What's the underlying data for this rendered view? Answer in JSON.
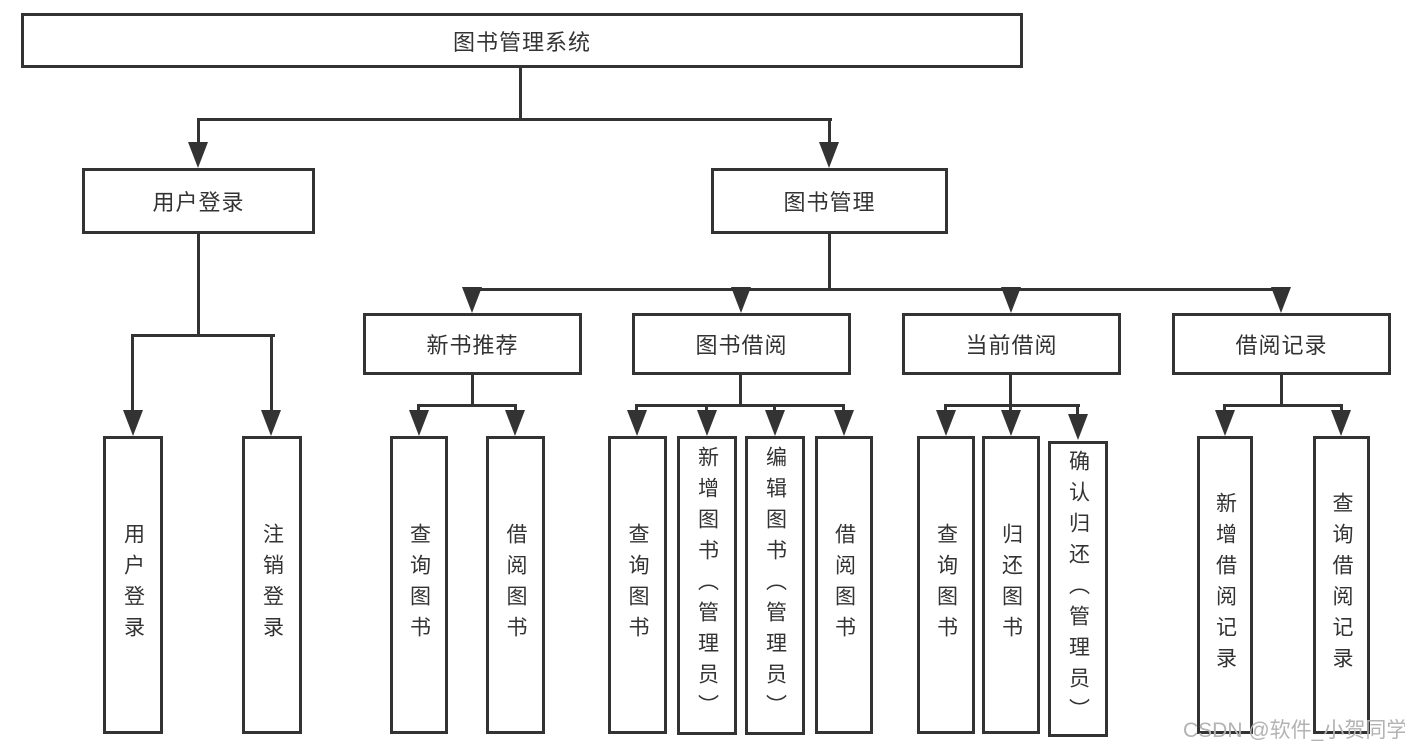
{
  "diagram": {
    "type": "tree",
    "root": {
      "label": "图书管理系统"
    },
    "branches": [
      {
        "label": "用户登录",
        "children": [
          {
            "label": "用户登录"
          },
          {
            "label": "注销登录"
          }
        ]
      },
      {
        "label": "图书管理",
        "groups": [
          {
            "label": "新书推荐",
            "children": [
              {
                "label": "查询图书"
              },
              {
                "label": "借阅图书"
              }
            ]
          },
          {
            "label": "图书借阅",
            "children": [
              {
                "label": "查询图书"
              },
              {
                "label": "新增图书（管理员）"
              },
              {
                "label": "编辑图书（管理员）"
              },
              {
                "label": "借阅图书"
              }
            ]
          },
          {
            "label": "当前借阅",
            "children": [
              {
                "label": "查询图书"
              },
              {
                "label": "归还图书"
              },
              {
                "label": "确认归还（管理员）"
              }
            ]
          },
          {
            "label": "借阅记录",
            "children": [
              {
                "label": "新增借阅记录"
              },
              {
                "label": "查询借阅记录"
              }
            ]
          }
        ]
      }
    ]
  },
  "watermark": {
    "text": "CSDN @软件_小贺同学"
  },
  "colors": {
    "line": "#333333",
    "box_border": "#333333",
    "text": "#333333",
    "background": "#ffffff",
    "watermark": "#b3b3b3"
  }
}
